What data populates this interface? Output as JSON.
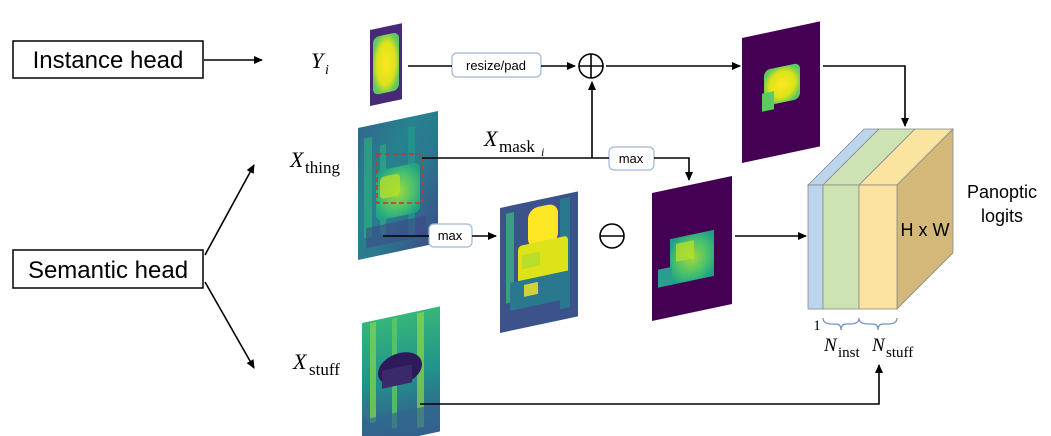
{
  "boxes": {
    "instance_head": "Instance head",
    "semantic_head": "Semantic head"
  },
  "operations": {
    "resize_pad": "resize/pad",
    "max_top": "max",
    "max_mid": "max"
  },
  "math_labels": {
    "y_i_main": "Y",
    "y_i_sub": "i",
    "x_thing_main": "X",
    "x_thing_sub": "thing",
    "x_stuff_main": "X",
    "x_stuff_sub": "stuff",
    "x_mask_main": "X",
    "x_mask_sub": "mask",
    "x_mask_subsub": "i",
    "n_inst_main": "N",
    "n_inst_sub": "inst",
    "n_stuff_main": "N",
    "n_stuff_sub": "stuff",
    "one": "1"
  },
  "output": {
    "dims": "H x W",
    "title_line1": "Panoptic",
    "title_line2": "logits"
  },
  "symbols": {
    "plus": "⊕",
    "minus": "⊖"
  },
  "colors": {
    "block_blue": "#bcd4ec",
    "block_green": "#cde3b3",
    "block_yellow": "#fbe4a0",
    "block_tan": "#d3b87a",
    "pill_border": "#9fb8d6",
    "crop_red": "#d32f2f",
    "viridis_dark": "#440154",
    "viridis_yellow": "#f3e53d"
  }
}
